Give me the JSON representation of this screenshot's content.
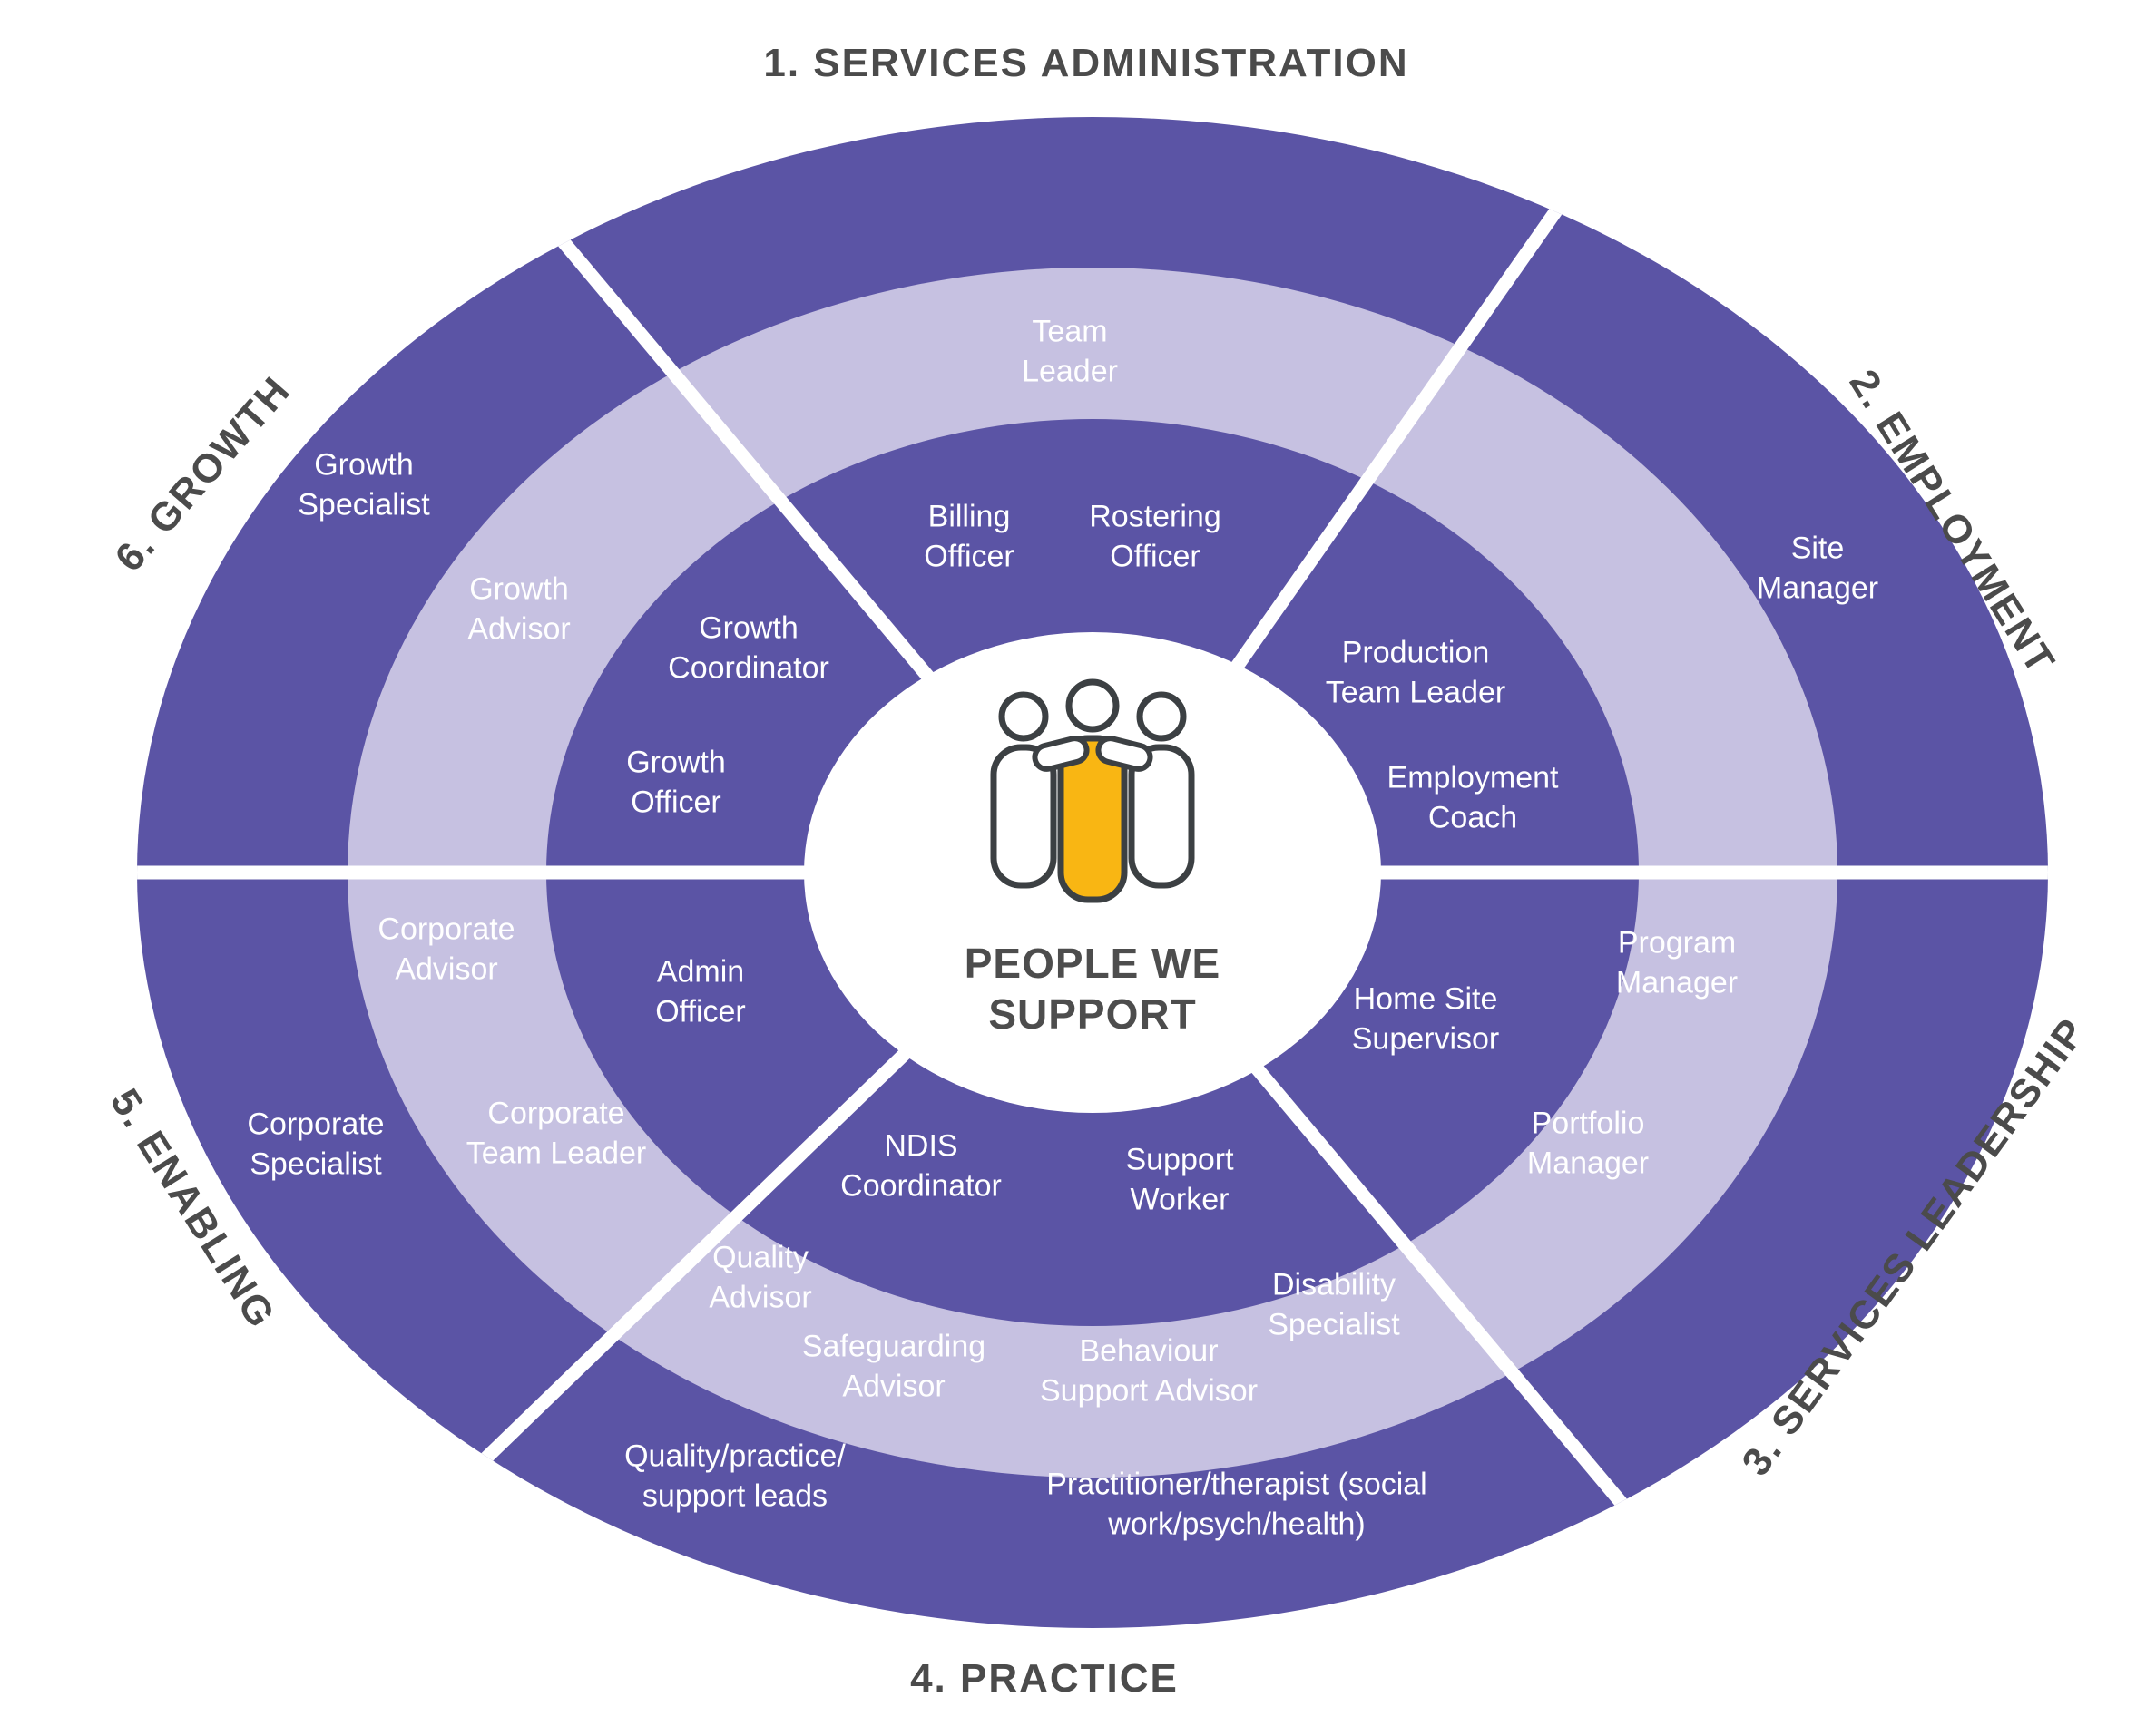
{
  "center": {
    "label": "PEOPLE WE SUPPORT",
    "icon": "people-group-icon"
  },
  "colors": {
    "ring_dark_purple": "#5b54a5",
    "ring_light_purple": "#c6c1e1",
    "highlight_yellow": "#f9b613",
    "icon_outline": "#3c4043",
    "role_text": "#ffffff",
    "sector_label_text": "#4b4b4b"
  },
  "sectors": [
    {
      "label": "1. SERVICES ADMINISTRATION",
      "roles": [
        {
          "label": "Team Leader",
          "ring": "middle"
        },
        {
          "label": "Billing Officer",
          "ring": "inner"
        },
        {
          "label": "Rostering Officer",
          "ring": "inner"
        }
      ]
    },
    {
      "label": "2. EMPLOYMENT",
      "roles": [
        {
          "label": "Site Manager",
          "ring": "outer"
        },
        {
          "label": "Production Team Leader",
          "ring": "inner"
        },
        {
          "label": "Employment Coach",
          "ring": "inner"
        }
      ]
    },
    {
      "label": "3. SERVICES LEADERSHIP",
      "roles": [
        {
          "label": "Program Manager",
          "ring": "middle"
        },
        {
          "label": "Home Site Supervisor",
          "ring": "inner"
        },
        {
          "label": "Portfolio Manager",
          "ring": "middle"
        }
      ]
    },
    {
      "label": "4. PRACTICE",
      "roles": [
        {
          "label": "NDIS Coordinator",
          "ring": "inner"
        },
        {
          "label": "Support Worker",
          "ring": "inner"
        },
        {
          "label": "Quality Advisor",
          "ring": "middle"
        },
        {
          "label": "Safeguarding Advisor",
          "ring": "middle"
        },
        {
          "label": "Behaviour Support Advisor",
          "ring": "middle"
        },
        {
          "label": "Disability Specialist",
          "ring": "middle"
        },
        {
          "label": "Quality/practice/ support leads",
          "ring": "outer"
        },
        {
          "label": "Practitioner/therapist (social work/psych/health)",
          "ring": "outer"
        }
      ]
    },
    {
      "label": "5. ENABLING",
      "roles": [
        {
          "label": "Admin Officer",
          "ring": "inner"
        },
        {
          "label": "Corporate Advisor",
          "ring": "middle"
        },
        {
          "label": "Corporate Team Leader",
          "ring": "middle"
        },
        {
          "label": "Corporate Specialist",
          "ring": "outer"
        }
      ]
    },
    {
      "label": "6. GROWTH",
      "roles": [
        {
          "label": "Growth Coordinator",
          "ring": "inner"
        },
        {
          "label": "Growth Officer",
          "ring": "inner"
        },
        {
          "label": "Growth Advisor",
          "ring": "middle"
        },
        {
          "label": "Growth Specialist",
          "ring": "outer"
        }
      ]
    }
  ]
}
